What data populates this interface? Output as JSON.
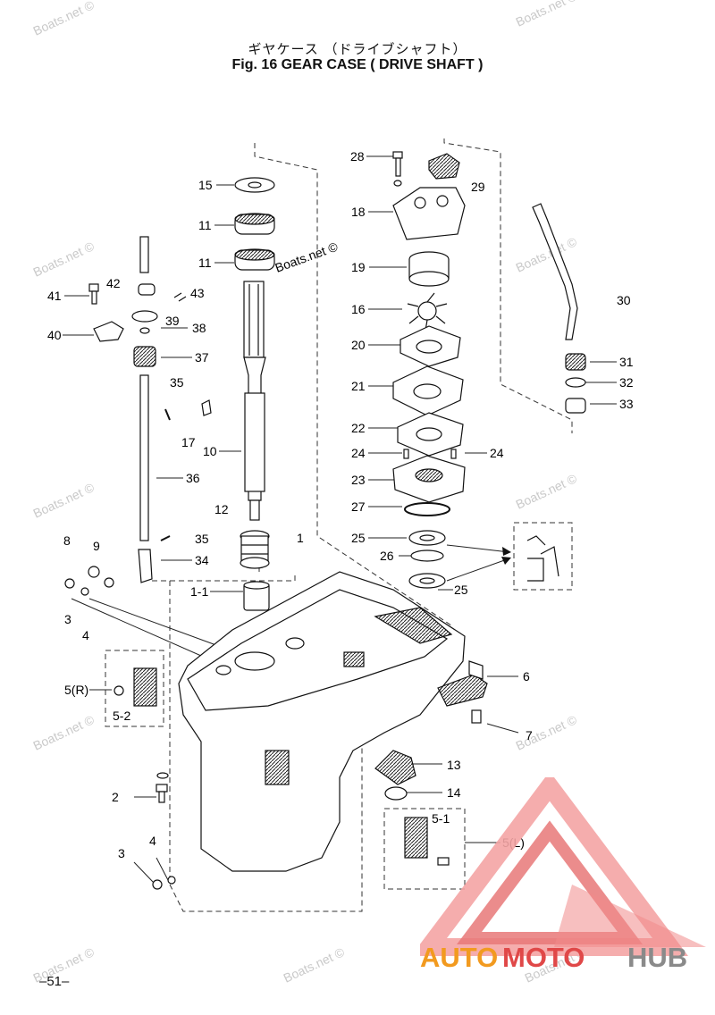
{
  "title_jp": "ギヤケース （ドライブシャフト）",
  "title_en": "Fig. 16   GEAR CASE ( DRIVE SHAFT )",
  "page_number": "–51–",
  "watermark": "Boats.net ©",
  "logo": {
    "auto": "AUTO",
    "moto": "MOTO",
    "hub": "HUB",
    "color_orange": "#f29a1f",
    "color_red": "#e04848",
    "color_grey": "#8a8a8a"
  },
  "callouts": {
    "c15": "15",
    "c11a": "11",
    "c11b": "11",
    "c28": "28",
    "c29": "29",
    "c18": "18",
    "c19": "19",
    "c16": "16",
    "c20": "20",
    "c21": "21",
    "c22": "22",
    "c24a": "24",
    "c24b": "24",
    "c23": "23",
    "c27": "27",
    "c25a": "25",
    "c26": "26",
    "c25b": "25",
    "c30": "30",
    "c31": "31",
    "c32": "32",
    "c33": "33",
    "c41": "41",
    "c42": "42",
    "c43": "43",
    "c39": "39",
    "c40": "40",
    "c38": "38",
    "c37": "37",
    "c35a": "35",
    "c17": "17",
    "c10": "10",
    "c36": "36",
    "c12": "12",
    "c1": "1",
    "c8": "8",
    "c9": "9",
    "c35b": "35",
    "c34": "34",
    "c3a": "3",
    "c4a": "4",
    "c1_1": "1-1",
    "c5r": "5(R)",
    "c5_2": "5-2",
    "c6": "6",
    "c7": "7",
    "c13": "13",
    "c14": "14",
    "c2": "2",
    "c5_1": "5-1",
    "c5l": "5(L)",
    "c3b": "3",
    "c4b": "4"
  }
}
